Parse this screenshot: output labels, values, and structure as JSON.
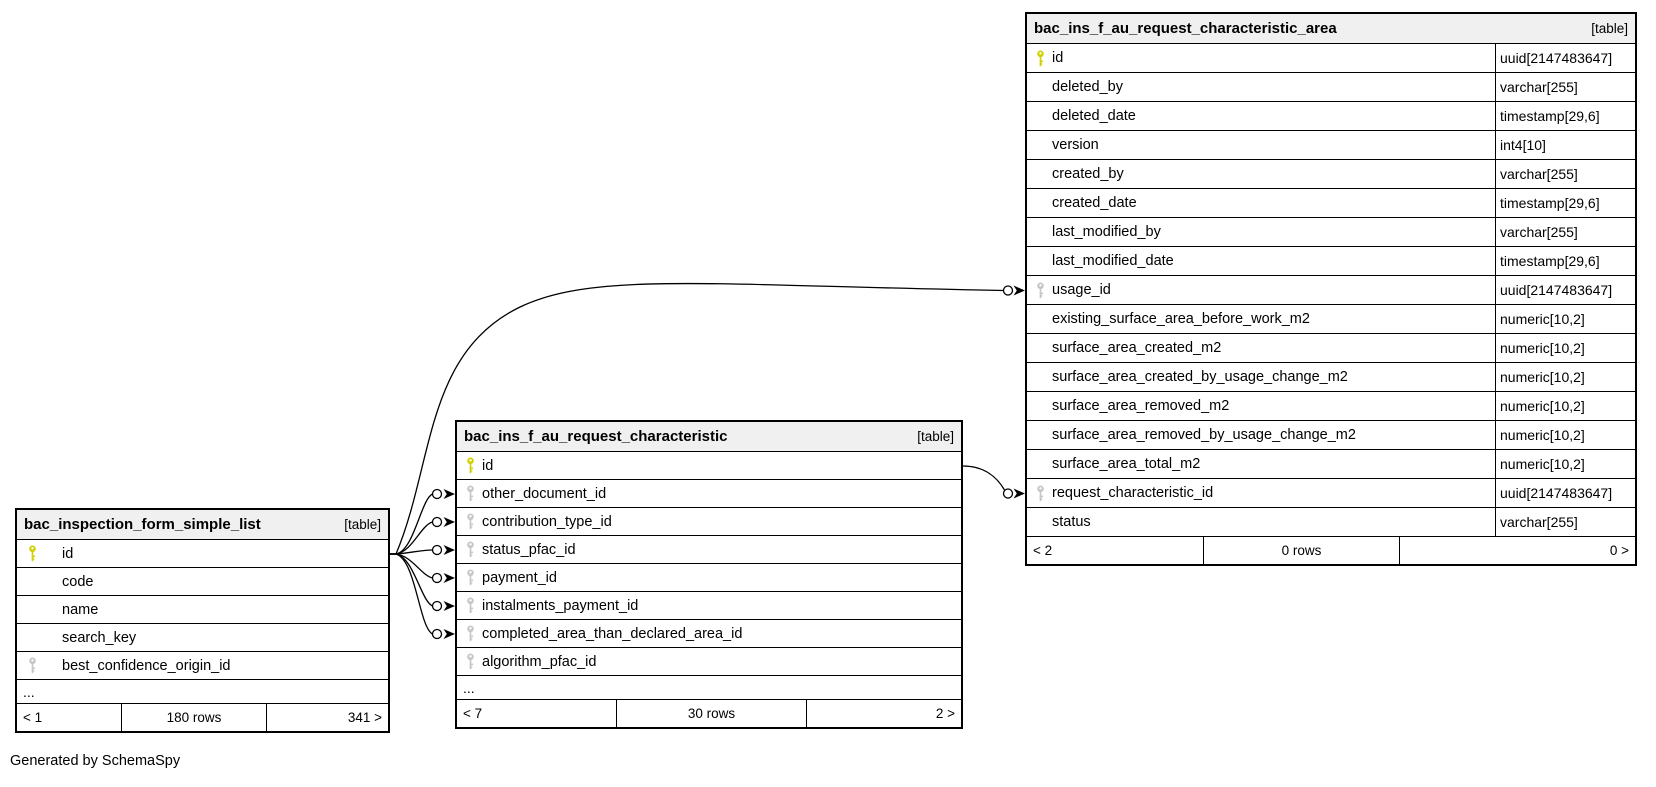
{
  "page": {
    "credit": "Generated by SchemaSpy"
  },
  "colors": {
    "primary_key": "#d0d000",
    "foreign_key": "#c6c6c6",
    "header_bg": "#f0f0f0",
    "line": "#000000"
  },
  "tables": {
    "left": {
      "name": "bac_inspection_form_simple_list",
      "badge": "[table]",
      "rows": [
        {
          "name": "id",
          "key": "pk"
        },
        {
          "name": "code"
        },
        {
          "name": "name"
        },
        {
          "name": "search_key"
        },
        {
          "name": "best_confidence_origin_id",
          "key": "fk"
        }
      ],
      "ellipsis": "...",
      "footer": {
        "prev": "< 1",
        "rows": "180 rows",
        "next": "341 >"
      }
    },
    "middle": {
      "name": "bac_ins_f_au_request_characteristic",
      "badge": "[table]",
      "rows": [
        {
          "name": "id",
          "key": "pk"
        },
        {
          "name": "other_document_id",
          "key": "fk"
        },
        {
          "name": "contribution_type_id",
          "key": "fk"
        },
        {
          "name": "status_pfac_id",
          "key": "fk"
        },
        {
          "name": "payment_id",
          "key": "fk"
        },
        {
          "name": "instalments_payment_id",
          "key": "fk"
        },
        {
          "name": "completed_area_than_declared_area_id",
          "key": "fk"
        },
        {
          "name": "algorithm_pfac_id",
          "key": "fk"
        }
      ],
      "ellipsis": "...",
      "footer": {
        "prev": "< 7",
        "rows": "30 rows",
        "next": "2 >"
      }
    },
    "right": {
      "name": "bac_ins_f_au_request_characteristic_area",
      "badge": "[table]",
      "rows": [
        {
          "name": "id",
          "type": "uuid[2147483647]",
          "key": "pk"
        },
        {
          "name": "deleted_by",
          "type": "varchar[255]"
        },
        {
          "name": "deleted_date",
          "type": "timestamp[29,6]"
        },
        {
          "name": "version",
          "type": "int4[10]"
        },
        {
          "name": "created_by",
          "type": "varchar[255]"
        },
        {
          "name": "created_date",
          "type": "timestamp[29,6]"
        },
        {
          "name": "last_modified_by",
          "type": "varchar[255]"
        },
        {
          "name": "last_modified_date",
          "type": "timestamp[29,6]"
        },
        {
          "name": "usage_id",
          "type": "uuid[2147483647]",
          "key": "fk"
        },
        {
          "name": "existing_surface_area_before_work_m2",
          "type": "numeric[10,2]"
        },
        {
          "name": "surface_area_created_m2",
          "type": "numeric[10,2]"
        },
        {
          "name": "surface_area_created_by_usage_change_m2",
          "type": "numeric[10,2]"
        },
        {
          "name": "surface_area_removed_m2",
          "type": "numeric[10,2]"
        },
        {
          "name": "surface_area_removed_by_usage_change_m2",
          "type": "numeric[10,2]"
        },
        {
          "name": "surface_area_total_m2",
          "type": "numeric[10,2]"
        },
        {
          "name": "request_characteristic_id",
          "type": "uuid[2147483647]",
          "key": "fk"
        },
        {
          "name": "status",
          "type": "varchar[255]"
        }
      ],
      "footer": {
        "prev": "< 2",
        "rows": "0 rows",
        "next": "0 >"
      }
    }
  },
  "relationships": [
    {
      "from": "bac_inspection_form_simple_list.id",
      "to": "bac_ins_f_au_request_characteristic.other_document_id"
    },
    {
      "from": "bac_inspection_form_simple_list.id",
      "to": "bac_ins_f_au_request_characteristic.contribution_type_id"
    },
    {
      "from": "bac_inspection_form_simple_list.id",
      "to": "bac_ins_f_au_request_characteristic.status_pfac_id"
    },
    {
      "from": "bac_inspection_form_simple_list.id",
      "to": "bac_ins_f_au_request_characteristic.payment_id"
    },
    {
      "from": "bac_inspection_form_simple_list.id",
      "to": "bac_ins_f_au_request_characteristic.instalments_payment_id"
    },
    {
      "from": "bac_inspection_form_simple_list.id",
      "to": "bac_ins_f_au_request_characteristic.completed_area_than_declared_area_id"
    },
    {
      "from": "bac_inspection_form_simple_list.id",
      "to": "bac_ins_f_au_request_characteristic_area.usage_id"
    },
    {
      "from": "bac_ins_f_au_request_characteristic.id",
      "to": "bac_ins_f_au_request_characteristic_area.request_characteristic_id"
    }
  ]
}
